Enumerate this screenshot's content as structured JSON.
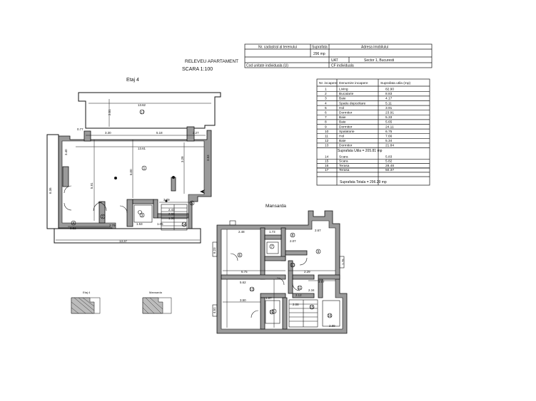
{
  "header": {
    "title": "RELEVEU APARTAMENT",
    "scale": "SCARA 1:100"
  },
  "floors": {
    "floor4": "Etaj 4",
    "attic": "Mansarda"
  },
  "cadastre": {
    "h_cadastral": "Nr. cadastral al terenului",
    "h_area": "Suprafata",
    "h_address": "Adresa imobilului",
    "area_value": "296 mp",
    "uat_label": "UAT",
    "uat_value": "Sector 1, Bucuresti",
    "id_label": "Cod unitate individuala (U)",
    "cf_label": "CF individuala"
  },
  "rooms_table": {
    "headers": [
      "Nr. incapere",
      "Denumire incapere",
      "Suprafata utila (mp)"
    ],
    "rows": [
      [
        "1",
        "Living",
        "82.90"
      ],
      [
        "2",
        "Bucatarie",
        "8.83"
      ],
      [
        "3",
        "Baie",
        "4.17"
      ],
      [
        "4",
        "Spatiu depozitare",
        "5.11"
      ],
      [
        "5",
        "Hol",
        "3.91"
      ],
      [
        "6",
        "Dormitor",
        "23.91"
      ],
      [
        "7",
        "Baie",
        "5.33"
      ],
      [
        "8",
        "Baie",
        "5.65"
      ],
      [
        "9",
        "Dormitor",
        "24.11"
      ],
      [
        "10",
        "Spalatorie",
        "6.75"
      ],
      [
        "11",
        "Hol",
        "7.66"
      ],
      [
        "12",
        "Baie",
        "5.34"
      ],
      [
        "13",
        "Dormitor",
        "21.84"
      ]
    ],
    "useful_total": "Suprafata Utila = 205.81 mp",
    "extra_rows": [
      [
        "14",
        "Scara",
        "5.83"
      ],
      [
        "15",
        "Scara",
        "5.82"
      ],
      [
        "16",
        "Terasa",
        "28.48"
      ],
      [
        "17",
        "Terasa",
        "50.37"
      ]
    ],
    "grand_total": "Suprafata Totala = 296.29 mp"
  },
  "thumbnails": {
    "left_label": "Etaj 4",
    "right_label": "Mansarda"
  },
  "floor4_rooms": [
    "17",
    "1",
    "2",
    "3",
    "4",
    "5",
    "14"
  ],
  "attic_rooms": [
    "6",
    "7",
    "8",
    "9",
    "10",
    "11",
    "12",
    "13",
    "15",
    "16"
  ],
  "dims": {
    "top_overall": "13.62",
    "terrace_height": "2.51",
    "living_w": "13.61",
    "left_top": "3.30",
    "left_offset": "0.77",
    "mid_top": "5.18",
    "right_top": "2.27",
    "left_height": "5.91",
    "side_height": "6.36",
    "left_ext": "3.40",
    "living_h": "5.00",
    "right_h": "3.28",
    "right_h2": "3.53",
    "bottom_a": "3.52",
    "bottom_b": "2.79",
    "bottom_c": "3.79",
    "bottom_overall": "13.37",
    "bath_w": "1.53",
    "bath_w2": "1.05",
    "small_a": "2.43",
    "small_b": "2.08",
    "small_c": "1.30",
    "att_a": "2.48",
    "att_b": "1.73",
    "att_c": "2.67",
    "att_d": "2.07",
    "att_e": "6.75",
    "att_f": "2.29",
    "att_g": "3.57",
    "att_h": "5.62",
    "att_i": "3.50",
    "att_j": "2.12",
    "att_k": "2.34",
    "att_l": "1.87",
    "att_m": "2.08",
    "att_n": "6.23",
    "att_o": "4.51",
    "att_p": "1.76",
    "att_q": "2.89"
  }
}
